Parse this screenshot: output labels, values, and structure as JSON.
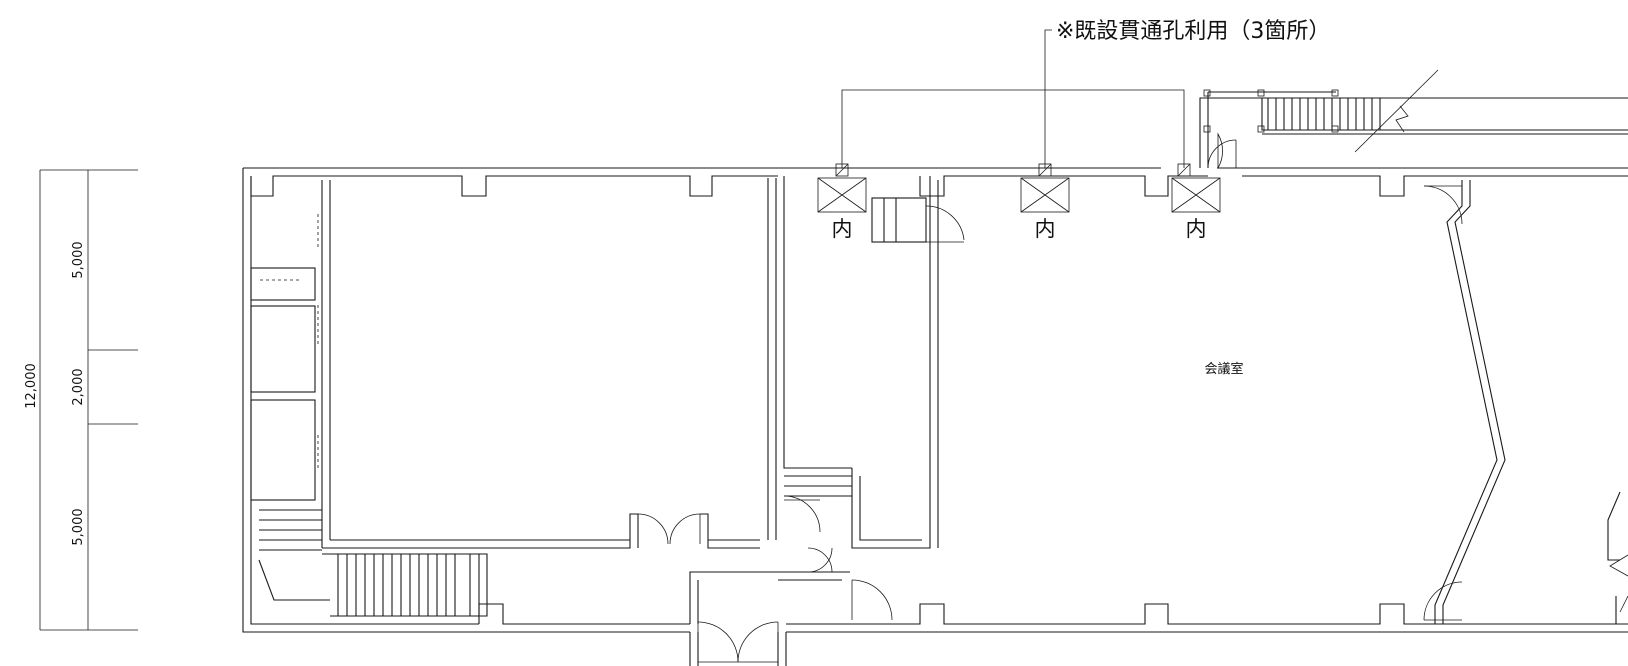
{
  "dimensions": {
    "total": "12,000",
    "segments": [
      "5,000",
      "2,000",
      "5,000"
    ]
  },
  "annotation": {
    "note": "※既設貫通孔利用（3箇所）"
  },
  "indoor_units": [
    {
      "label": "内"
    },
    {
      "label": "内"
    },
    {
      "label": "内"
    }
  ],
  "rooms": {
    "meeting_room": "会議室"
  }
}
